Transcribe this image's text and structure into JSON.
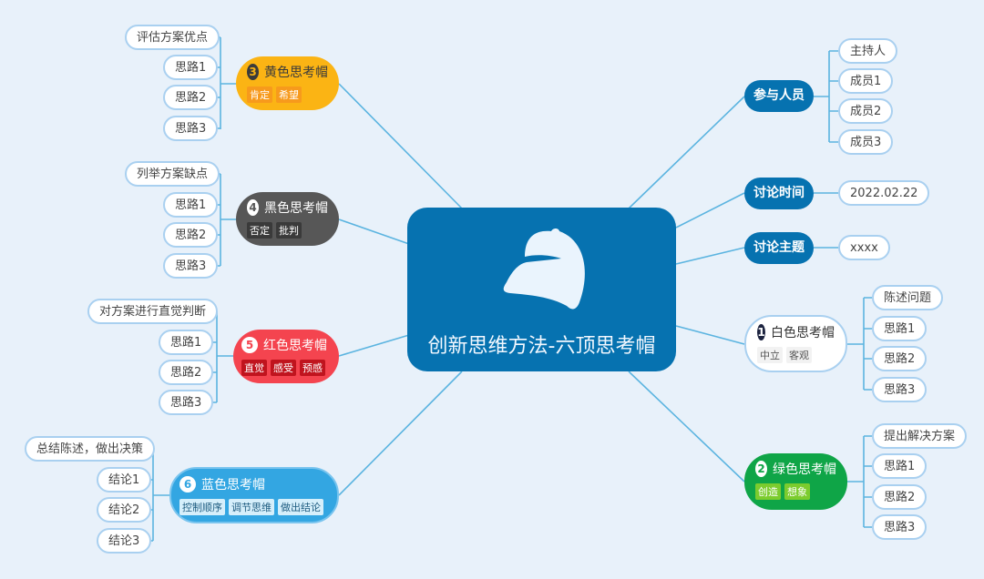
{
  "central": {
    "title": "创新思维方法-六顶思考帽",
    "icon": "baseball-cap-icon",
    "color": "#0672b0"
  },
  "left_hats": [
    {
      "number": "3",
      "title": "黄色思考帽",
      "color": "#fbb414",
      "tags": [
        "肯定",
        "希望"
      ],
      "children": [
        "评估方案优点",
        "思路1",
        "思路2",
        "思路3"
      ]
    },
    {
      "number": "4",
      "title": "黑色思考帽",
      "color": "#575757",
      "tags": [
        "否定",
        "批判"
      ],
      "children": [
        "列举方案缺点",
        "思路1",
        "思路2",
        "思路3"
      ]
    },
    {
      "number": "5",
      "title": "红色思考帽",
      "color": "#f4444f",
      "tags": [
        "直觉",
        "感受",
        "预感"
      ],
      "children": [
        "对方案进行直觉判断",
        "思路1",
        "思路2",
        "思路3"
      ]
    },
    {
      "number": "6",
      "title": "蓝色思考帽",
      "color": "#33a6e2",
      "tags": [
        "控制顺序",
        "调节思维",
        "做出结论"
      ],
      "children": [
        "总结陈述，做出决策",
        "结论1",
        "结论2",
        "结论3"
      ]
    }
  ],
  "right_info": [
    {
      "label": "参与人员",
      "children": [
        "主持人",
        "成员1",
        "成员2",
        "成员3"
      ]
    },
    {
      "label": "讨论时间",
      "children": [
        "2022.02.22"
      ]
    },
    {
      "label": "讨论主题",
      "children": [
        "xxxx"
      ]
    }
  ],
  "right_hats": [
    {
      "number": "1",
      "title": "白色思考帽",
      "color": "#ffffff",
      "tags": [
        "中立",
        "客观"
      ],
      "children": [
        "陈述问题",
        "思路1",
        "思路2",
        "思路3"
      ]
    },
    {
      "number": "2",
      "title": "绿色思考帽",
      "color": "#0fa547",
      "tags": [
        "创造",
        "想象"
      ],
      "children": [
        "提出解决方案",
        "思路1",
        "思路2",
        "思路3"
      ]
    }
  ],
  "colors": {
    "background": "#e8f1fa",
    "connector": "#5bb4e0",
    "leaf_border": "#a9d0f0"
  }
}
